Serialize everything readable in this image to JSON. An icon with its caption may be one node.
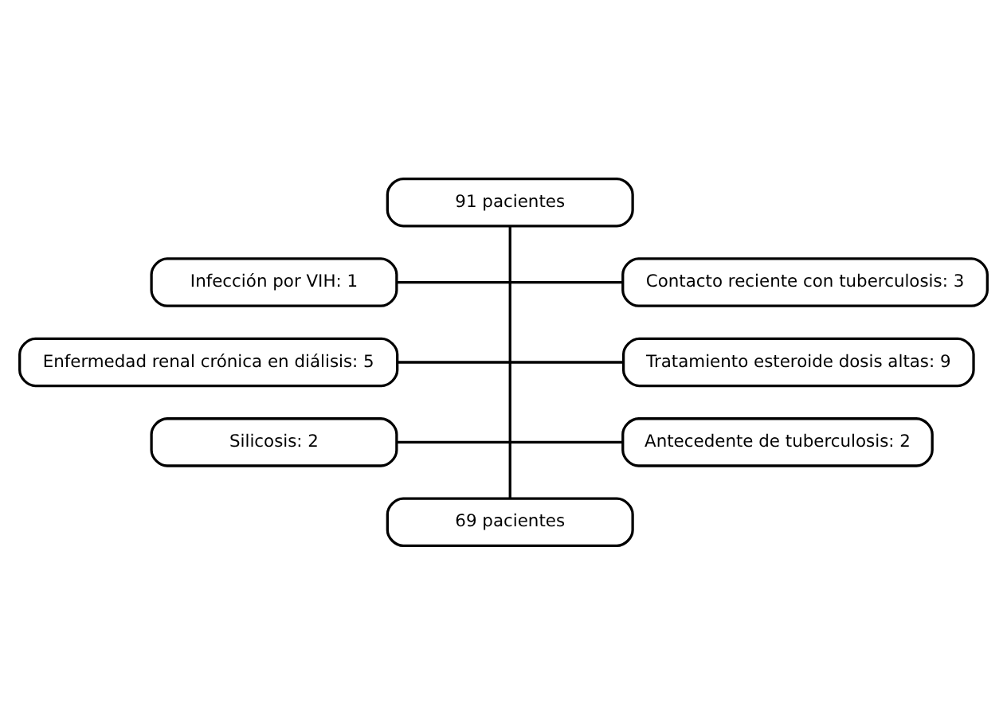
{
  "diagram": {
    "nodes": [
      {
        "text": [
          "91 pacientes"
        ]
      },
      {
        "text": [
          "Infección por VIH: 1"
        ]
      },
      {
        "text": [
          "Contacto reciente con tuberculosis: 3"
        ]
      },
      {
        "text": [
          "Enfermedad renal crónica en diálisis: 5"
        ]
      },
      {
        "text": [
          "Tratamiento esteroide dosis altas: 9"
        ]
      },
      {
        "text": [
          "Silicosis: 2"
        ]
      },
      {
        "text": [
          "Antecedente de tuberculosis: 2"
        ]
      },
      {
        "text": [
          "69 pacientes"
        ]
      }
    ],
    "edges": [
      {
        "from": 0,
        "to": 7,
        "arrow": "none"
      },
      {
        "from": 1,
        "to": 2,
        "arrow": "none"
      },
      {
        "from": 3,
        "to": 4,
        "arrow": "none"
      },
      {
        "from": 5,
        "to": 6,
        "arrow": "none"
      }
    ]
  }
}
